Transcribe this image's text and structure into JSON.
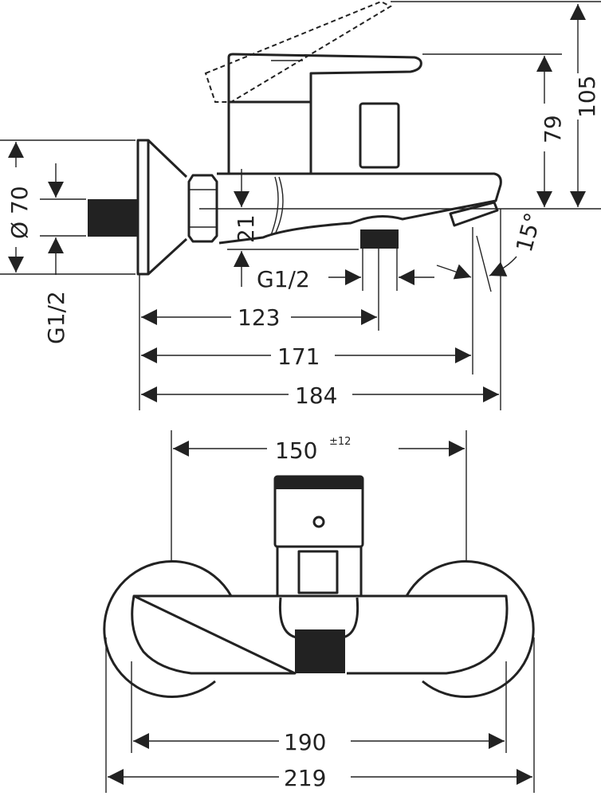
{
  "side_view": {
    "height_total": "105",
    "height_lever": "79",
    "flange_diameter": "Ø 70",
    "inlet_thread": "G1/2",
    "outlet_offset": "21",
    "outlet_thread": "G1/2",
    "spout_angle": "15°",
    "dim_outlet": "123",
    "dim_deflector": "171",
    "dim_spout": "184"
  },
  "top_view": {
    "center_distance": "150",
    "center_tolerance": "±12",
    "body_width": "190",
    "total_width": "219"
  }
}
